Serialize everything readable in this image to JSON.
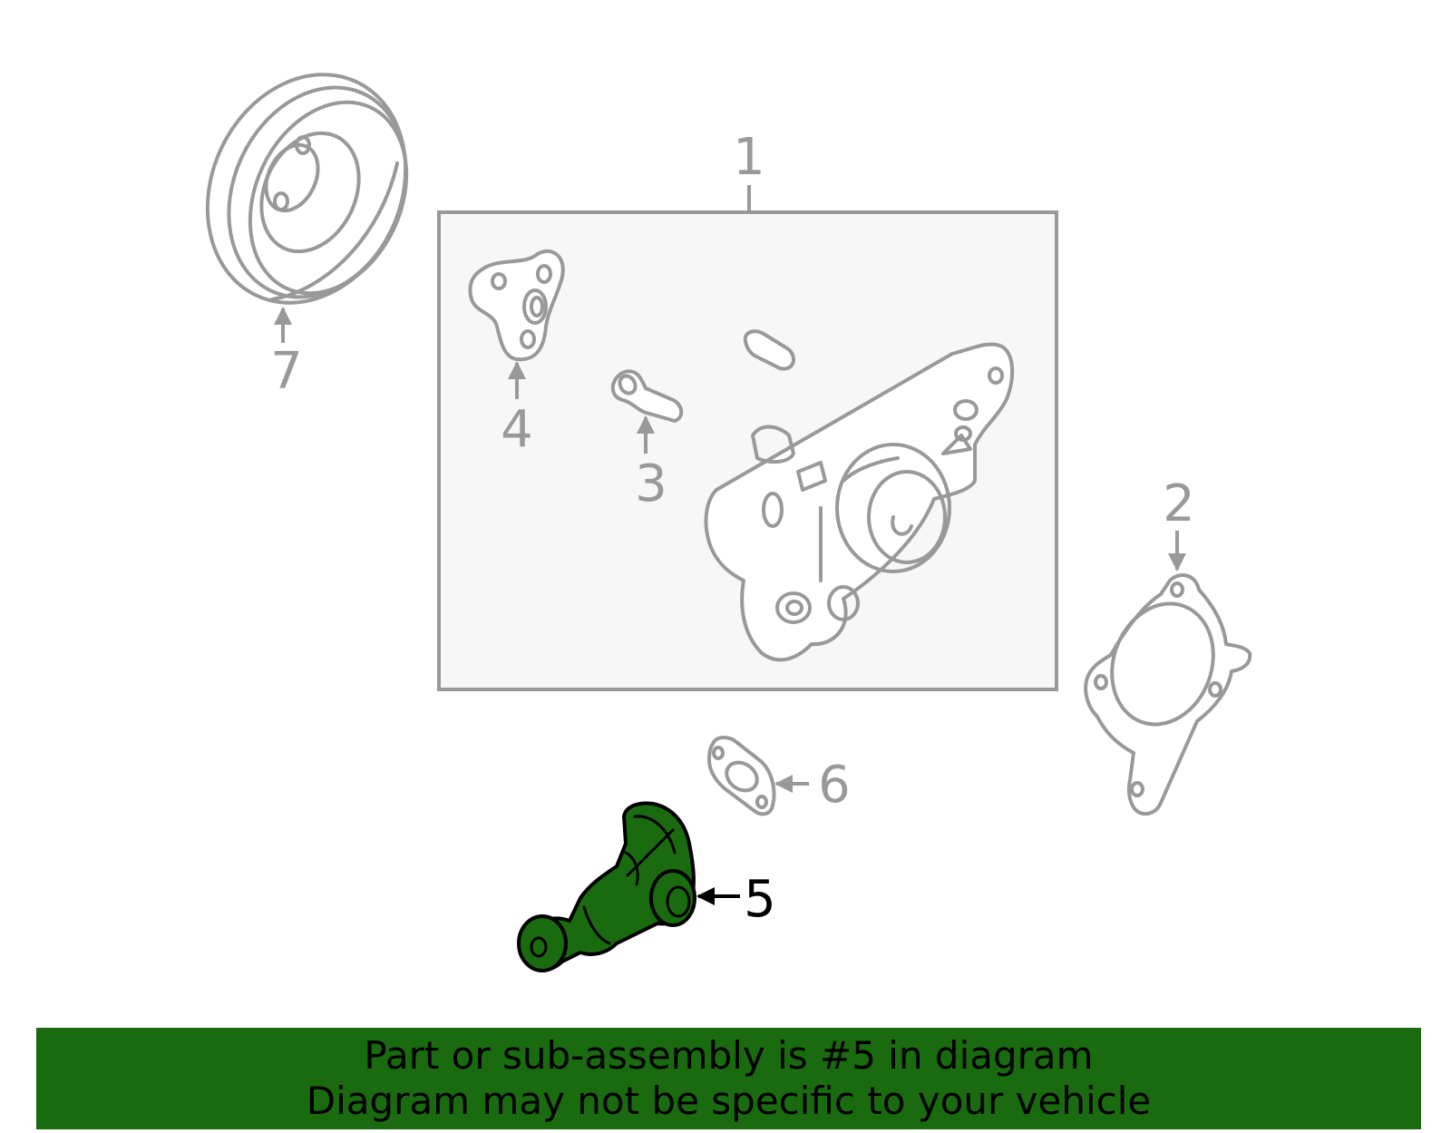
{
  "diagram": {
    "callouts": {
      "c1": "1",
      "c2": "2",
      "c3": "3",
      "c4": "4",
      "c5": "5",
      "c6": "6",
      "c7": "7"
    },
    "highlighted_part": "5",
    "colors": {
      "highlight": "#1a6b10",
      "line": "#999999",
      "box_fill": "#f7f7f7"
    }
  },
  "banner": {
    "line1": "Part or sub-assembly is #5 in diagram",
    "line2": "Diagram may not be specific to your vehicle"
  }
}
